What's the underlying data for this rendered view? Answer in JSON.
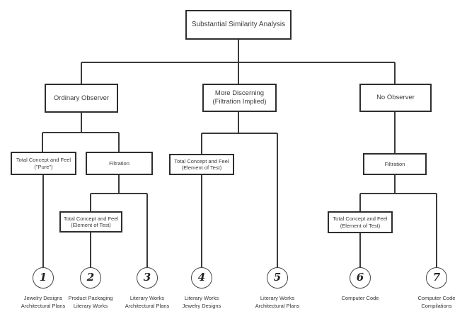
{
  "diagram": {
    "title": "Substantial Similarity Analysis",
    "type": "tree-flowchart",
    "colors": {
      "background": "#ffffff",
      "line": "#3a3a3a",
      "box_border": "#2e2e2e",
      "text": "#3a3a3a"
    }
  },
  "nodes": {
    "root": {
      "label": "Substantial Similarity Analysis"
    },
    "ordinary": {
      "label": "Ordinary Observer"
    },
    "discerning": {
      "line1": "More Discerning",
      "line2": "(Filtration Implied)"
    },
    "no_observer": {
      "label": "No Observer"
    },
    "tcf_pure": {
      "line1": "Total Concept and Feel",
      "line2": "(\"Pure\")"
    },
    "filtration_left": {
      "label": "Filtration"
    },
    "tcf_element_left": {
      "line1": "Total Concept and Feel",
      "line2": "(Element of Test)"
    },
    "tcf_element_mid": {
      "line1": "Total Concept and Feel",
      "line2": "(Element of Test)"
    },
    "filtration_right": {
      "label": "Filtration"
    },
    "tcf_element_right": {
      "line1": "Total Concept and Feel",
      "line2": "(Element of Test)"
    }
  },
  "outcomes": [
    {
      "number": "1",
      "line1": "Jewelry Designs",
      "line2": "Architectural Plans"
    },
    {
      "number": "2",
      "line1": "Product Packaging",
      "line2": "Literary Works"
    },
    {
      "number": "3",
      "line1": "Literary Works",
      "line2": "Architectural Plans"
    },
    {
      "number": "4",
      "line1": "Literary Works",
      "line2": "Jewelry Designs"
    },
    {
      "number": "5",
      "line1": "Literary Works",
      "line2": "Architectural Plans"
    },
    {
      "number": "6",
      "line1": "Computer Code",
      "line2": ""
    },
    {
      "number": "7",
      "line1": "Computer Code",
      "line2": "Compilations"
    }
  ]
}
